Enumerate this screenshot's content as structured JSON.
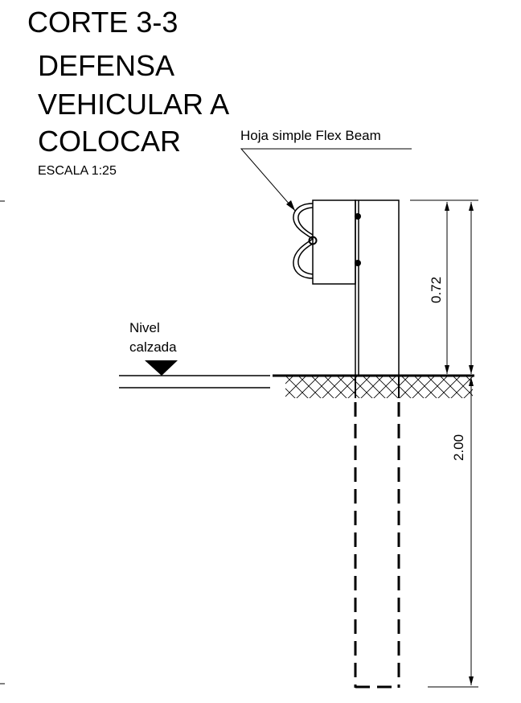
{
  "title": "CORTE 3-3",
  "subtitle_lines": [
    "DEFENSA",
    "VEHICULAR A",
    "COLOCAR"
  ],
  "scale": "ESCALA 1:25",
  "labels": {
    "beam_callout": "Hoja simple Flex Beam",
    "road_level_line1": "Nivel",
    "road_level_line2": "calzada"
  },
  "dimensions": {
    "above_ground": "0.72",
    "embedded": "2.00"
  },
  "colors": {
    "ink": "#000000",
    "background": "#ffffff"
  }
}
